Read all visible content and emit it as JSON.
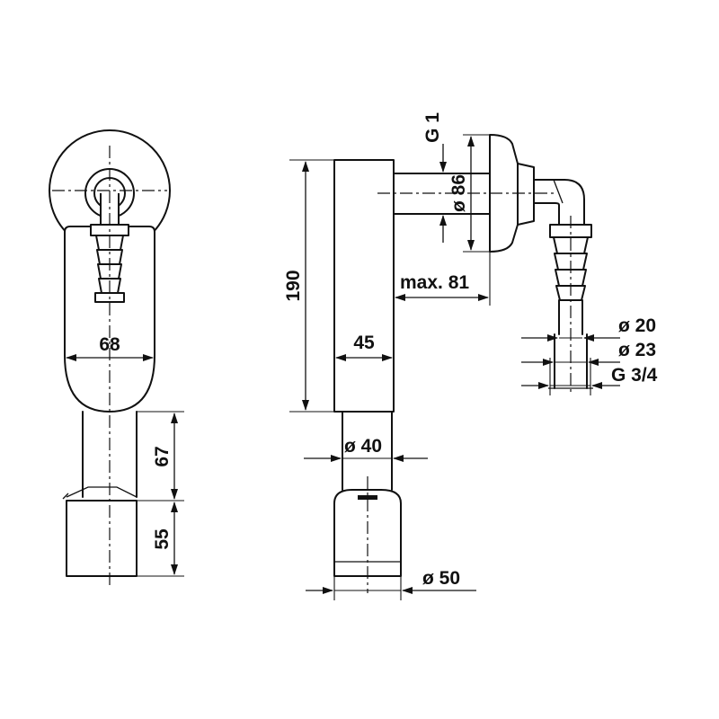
{
  "front_view": {
    "width_label": "68",
    "height_upper_label": "67",
    "height_lower_label": "55"
  },
  "side_view": {
    "height_label": "190",
    "depth_label": "45",
    "pipe_diameter_label": "ø 40",
    "outlet_diameter_label": "ø 50",
    "max_offset_label": "max. 81",
    "thread_label": "G 1",
    "rosette_diameter_label": "ø 86"
  },
  "hose_connector": {
    "inner_diameter_label": "ø 20",
    "outer_diameter_label": "ø 23",
    "thread_label": "G 3/4"
  }
}
